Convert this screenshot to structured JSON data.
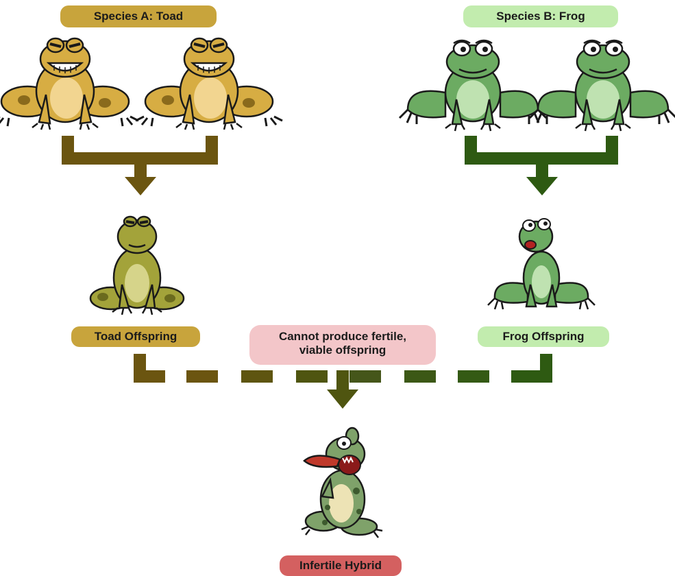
{
  "species_a": {
    "label": "Species A: Toad",
    "color": "#c8a43c"
  },
  "species_b": {
    "label": "Species B: Frog",
    "color": "#c2ecae"
  },
  "toad_offspring": {
    "label": "Toad Offspring",
    "color": "#c8a43c"
  },
  "frog_offspring": {
    "label": "Frog Offspring",
    "color": "#c2ecae"
  },
  "barrier": {
    "label_line1": "Cannot produce fertile,",
    "label_line2": "viable offspring",
    "color": "#f3c6c9"
  },
  "hybrid": {
    "label": "Infertile Hybrid",
    "color": "#d46060"
  },
  "colors": {
    "toad_arrow": "#6b5510",
    "frog_arrow": "#2e5a12",
    "toad_skin": "#d7ad43",
    "toad_belly": "#f2d590",
    "toad_spot": "#8a6a1c",
    "toad_offspring_skin": "#a3a33a",
    "frog_skin": "#6cab62",
    "frog_belly": "#bfe2b1",
    "hybrid_skin": "#7fa26a",
    "hybrid_tongue": "#c0392b",
    "outline": "#1a1a1a"
  }
}
